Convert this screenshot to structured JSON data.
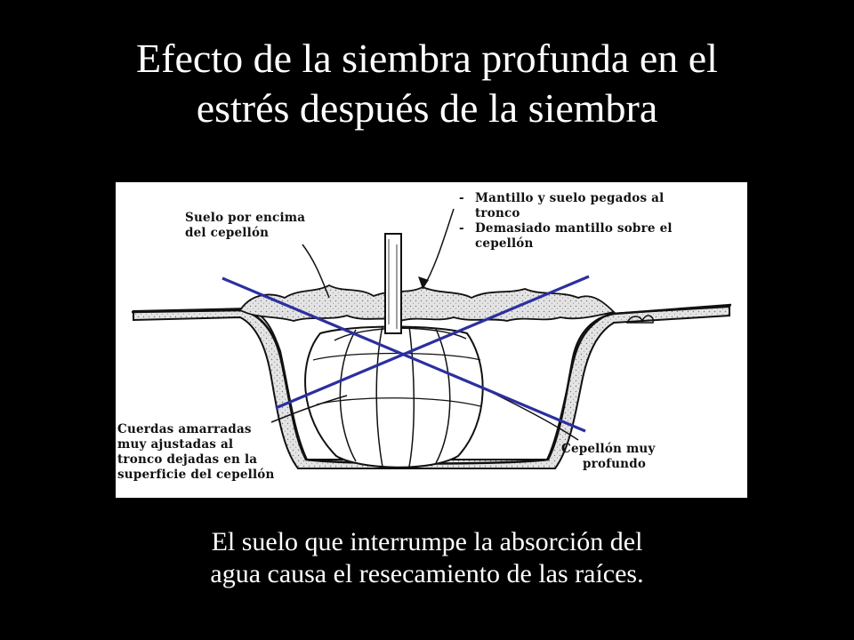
{
  "title": {
    "line1": "Efecto de la siembra profunda en el",
    "line2": "estrés después de la  siembra"
  },
  "figure": {
    "labels": {
      "soil_above": {
        "line1": "Suelo por encima",
        "line2": "del cepellón"
      },
      "mulch_notes": {
        "item1_line1": "Mantillo y suelo pegados al",
        "item1_line2": "tronco",
        "item2_line1": "Demasiado mantillo sobre el",
        "item2_line2": "cepellón",
        "bullet": "-"
      },
      "ropes": {
        "line1": "Cuerdas amarradas",
        "line2": "muy ajustadas al",
        "line3": "tronco dejadas en la",
        "line4": "superficie del cepellón"
      },
      "deep_rootball": {
        "line1": "Cepellón muy",
        "line2": "profundo"
      }
    },
    "colors": {
      "cross_lines": "#2b2fa0",
      "ink": "#111111",
      "soil_fill": "#d6d6d6",
      "background": "#ffffff"
    }
  },
  "caption": {
    "line1": "El suelo que interrumpe la absorción del",
    "line2": "agua causa el resecamiento de las raíces."
  }
}
